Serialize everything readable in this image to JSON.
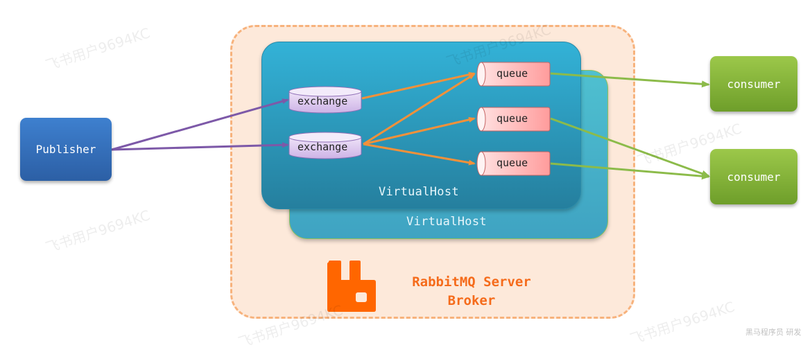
{
  "publisher": {
    "label": "Publisher"
  },
  "broker": {
    "title_line1": "RabbitMQ Server",
    "title_line2": "Broker",
    "logo": "rabbitmq-logo-icon"
  },
  "virtual_hosts": [
    {
      "label": "VirtualHost"
    },
    {
      "label": "VirtualHost"
    }
  ],
  "exchanges": [
    {
      "label": "exchange"
    },
    {
      "label": "exchange"
    }
  ],
  "queues": [
    {
      "label": "queue"
    },
    {
      "label": "queue"
    },
    {
      "label": "queue"
    }
  ],
  "consumers": [
    {
      "label": "consumer"
    },
    {
      "label": "consumer"
    }
  ],
  "edges": [
    {
      "from": "publisher",
      "to": "exchange-1",
      "color": "#7d59a8"
    },
    {
      "from": "publisher",
      "to": "exchange-2",
      "color": "#7d59a8"
    },
    {
      "from": "exchange-1",
      "to": "queue-1",
      "color": "#f2913a"
    },
    {
      "from": "exchange-2",
      "to": "queue-1",
      "color": "#f2913a"
    },
    {
      "from": "exchange-2",
      "to": "queue-2",
      "color": "#f2913a"
    },
    {
      "from": "exchange-2",
      "to": "queue-3",
      "color": "#f2913a"
    },
    {
      "from": "queue-1",
      "to": "consumer-1",
      "color": "#8cbb4a"
    },
    {
      "from": "queue-2",
      "to": "consumer-2",
      "color": "#8cbb4a"
    },
    {
      "from": "queue-3",
      "to": "consumer-2",
      "color": "#8cbb4a"
    }
  ],
  "colors": {
    "publisher": "#3670bb",
    "consumer": "#86b43a",
    "exchange_fill": "#e3d3f0",
    "queue_fill": "#ffb8b8",
    "broker_border": "#f7b27c",
    "broker_fill": "#fde9da",
    "rabbitmq_orange": "#ff6600"
  },
  "watermarks": [
    "飞书用户9694KC",
    "飞书用户9694KC",
    "飞书用户9694KC",
    "飞书用户9694KC",
    "飞书用户9694KC",
    "飞书用户9694KC"
  ],
  "footer_watermark": "黑马程序员 研发"
}
